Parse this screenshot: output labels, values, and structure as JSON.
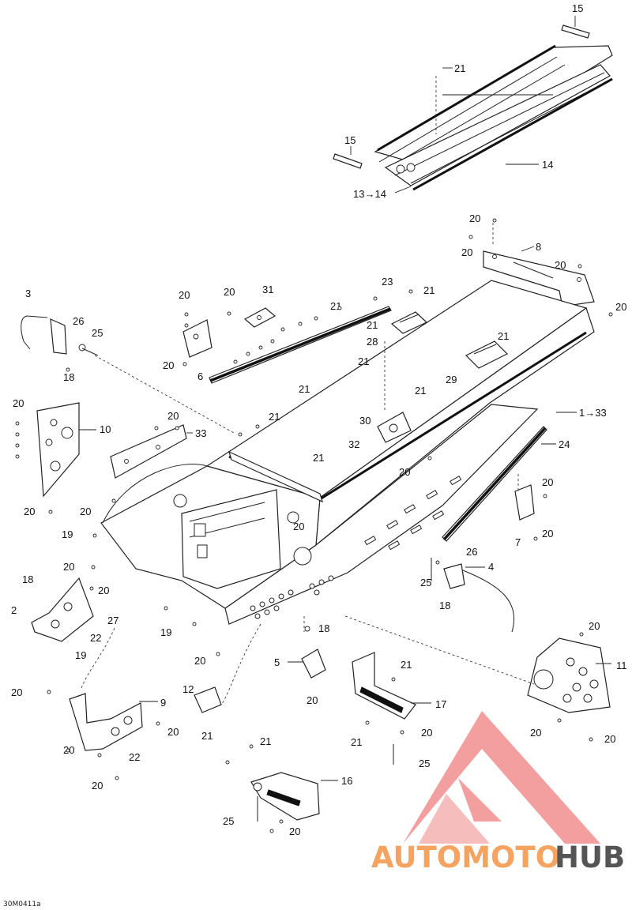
{
  "diagram_ref": "30M0411a",
  "watermark": {
    "part1": "AUTOMOTO",
    "part2": "HUB",
    "color1": "#f4a460",
    "color2": "#555555",
    "logo_color": "#f08080"
  },
  "callouts": {
    "c15a": "15",
    "c21a": "21",
    "c15b": "15",
    "c14": "14",
    "c13_14": "13→14",
    "c20_top": "20",
    "c20_b": "20",
    "c8": "8",
    "c20_c": "20",
    "c20_d": "20",
    "c3": "3",
    "c20_e": "20",
    "c20_f": "20",
    "c31": "31",
    "c23": "23",
    "c21_b": "21",
    "c21_c": "21",
    "c26": "26",
    "c25": "25",
    "c28": "28",
    "c21_d": "21",
    "c20_g": "20",
    "c6": "6",
    "c18": "18",
    "c21_e": "21",
    "c29": "29",
    "c21_f": "21",
    "c21_g": "21",
    "c20_h": "20",
    "c10": "10",
    "c20_i": "20",
    "c33": "33",
    "c21_h": "21",
    "c30": "30",
    "c1_33": "1→33",
    "c32": "32",
    "c24": "24",
    "c21_i": "21",
    "c20_j": "20",
    "c20_k": "20",
    "c20_l": "20",
    "c20_m": "20",
    "c19": "19",
    "c20_n": "20",
    "c7": "7",
    "c20_o": "20",
    "c20_p": "20",
    "c26_b": "26",
    "c4": "4",
    "c18_b": "18",
    "c20_q": "20",
    "c25_b": "25",
    "c2": "2",
    "c27": "27",
    "c18_c": "18",
    "c22": "22",
    "c19_b": "19",
    "c19_c": "19",
    "c20_r": "20",
    "c18_d": "18",
    "c20_s": "20",
    "c11": "11",
    "c5": "5",
    "c21_j": "21",
    "c20_t": "20",
    "c20_u": "20",
    "c17": "17",
    "c20_v": "20",
    "c9": "9",
    "c12": "12",
    "c20_w": "20",
    "c21_k": "21",
    "c20_x": "20",
    "c21_l": "21",
    "c25_c": "25",
    "c20_y": "20",
    "c22_b": "22",
    "c20_z": "20",
    "c21_m": "21",
    "c16": "16",
    "c25_d": "25",
    "c20_aa": "20",
    "c20_ab": "20"
  }
}
